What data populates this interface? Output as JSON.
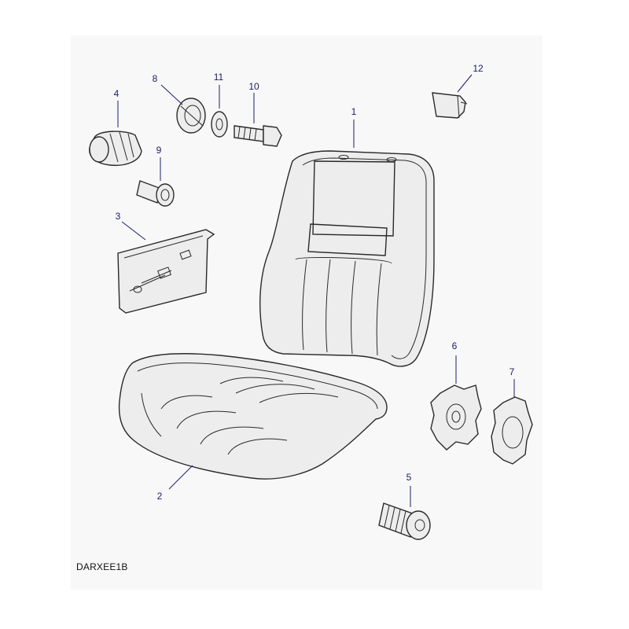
{
  "diagram": {
    "reference_code": "DARXEE1B",
    "callouts": [
      {
        "id": "c1",
        "label": "1"
      },
      {
        "id": "c2",
        "label": "2"
      },
      {
        "id": "c3",
        "label": "3"
      },
      {
        "id": "c4",
        "label": "4"
      },
      {
        "id": "c5",
        "label": "5"
      },
      {
        "id": "c6",
        "label": "6"
      },
      {
        "id": "c7",
        "label": "7"
      },
      {
        "id": "c8",
        "label": "8"
      },
      {
        "id": "c9",
        "label": "9"
      },
      {
        "id": "c10",
        "label": "10"
      },
      {
        "id": "c11",
        "label": "11"
      },
      {
        "id": "c12",
        "label": "12"
      }
    ]
  }
}
